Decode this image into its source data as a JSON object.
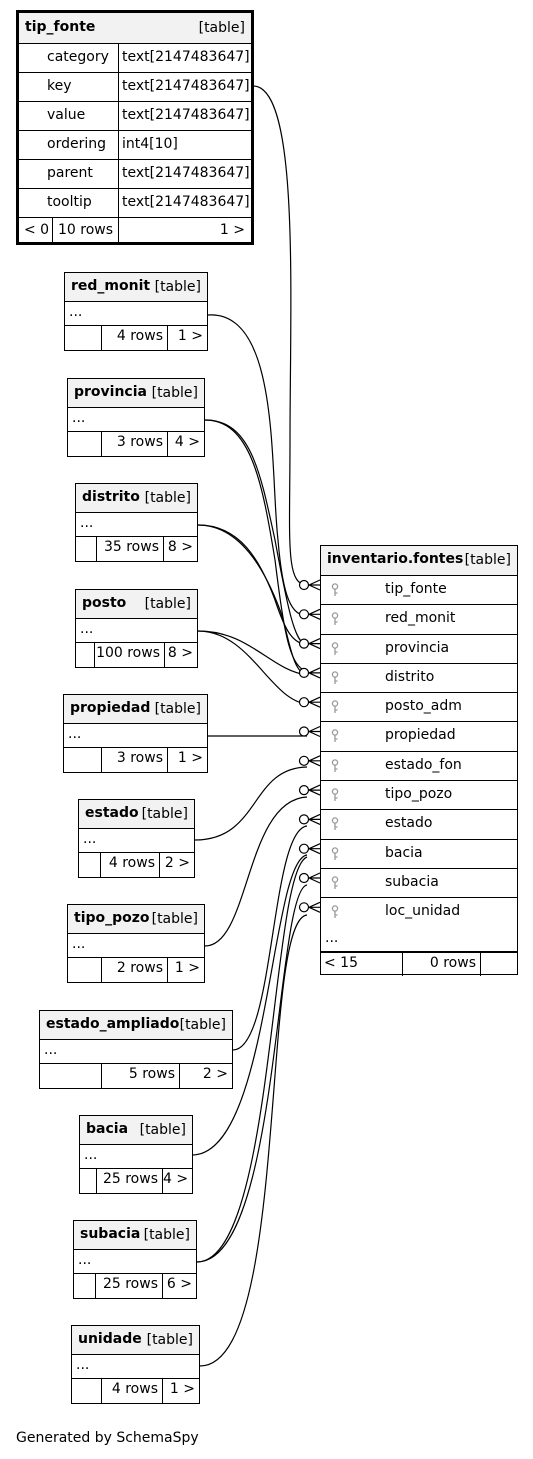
{
  "main_table": {
    "name": "tip_fonte",
    "type": "[table]",
    "columns": [
      {
        "name": "category",
        "type": "text[2147483647]"
      },
      {
        "name": "key",
        "type": "text[2147483647]"
      },
      {
        "name": "value",
        "type": "text[2147483647]"
      },
      {
        "name": "ordering",
        "type": "int4[10]"
      },
      {
        "name": "parent",
        "type": "text[2147483647]"
      },
      {
        "name": "tooltip",
        "type": "text[2147483647]"
      }
    ],
    "footer": {
      "parents": "< 0",
      "rows": "10 rows",
      "children": "1 >"
    }
  },
  "parents": [
    {
      "name": "red_monit",
      "type": "[table]",
      "ellipsis": "...",
      "rows": "4 rows",
      "children": "1 >"
    },
    {
      "name": "provincia",
      "type": "[table]",
      "ellipsis": "...",
      "rows": "3 rows",
      "children": "4 >"
    },
    {
      "name": "distrito",
      "type": "[table]",
      "ellipsis": "...",
      "rows": "35 rows",
      "children": "8 >"
    },
    {
      "name": "posto",
      "type": "[table]",
      "ellipsis": "...",
      "rows": "100 rows",
      "children": "8 >"
    },
    {
      "name": "propiedad",
      "type": "[table]",
      "ellipsis": "...",
      "rows": "3 rows",
      "children": "1 >"
    },
    {
      "name": "estado",
      "type": "[table]",
      "ellipsis": "...",
      "rows": "4 rows",
      "children": "2 >"
    },
    {
      "name": "tipo_pozo",
      "type": "[table]",
      "ellipsis": "...",
      "rows": "2 rows",
      "children": "1 >"
    },
    {
      "name": "estado_ampliado",
      "type": "[table]",
      "ellipsis": "...",
      "rows": "5 rows",
      "children": "2 >"
    },
    {
      "name": "bacia",
      "type": "[table]",
      "ellipsis": "...",
      "rows": "25 rows",
      "children": "4 >"
    },
    {
      "name": "subacia",
      "type": "[table]",
      "ellipsis": "...",
      "rows": "25 rows",
      "children": "6 >"
    },
    {
      "name": "unidade",
      "type": "[table]",
      "ellipsis": "...",
      "rows": "4 rows",
      "children": "1 >"
    }
  ],
  "child_table": {
    "name": "inventario.fontes",
    "type": "[table]",
    "columns": [
      "tip_fonte",
      "red_monit",
      "provincia",
      "distrito",
      "posto_adm",
      "propiedad",
      "estado_fon",
      "tipo_pozo",
      "estado",
      "bacia",
      "subacia",
      "loc_unidad"
    ],
    "ellipsis": "...",
    "footer": {
      "parents": "< 15",
      "rows": "0 rows",
      "children": ""
    }
  },
  "footer_text": "Generated by SchemaSpy"
}
